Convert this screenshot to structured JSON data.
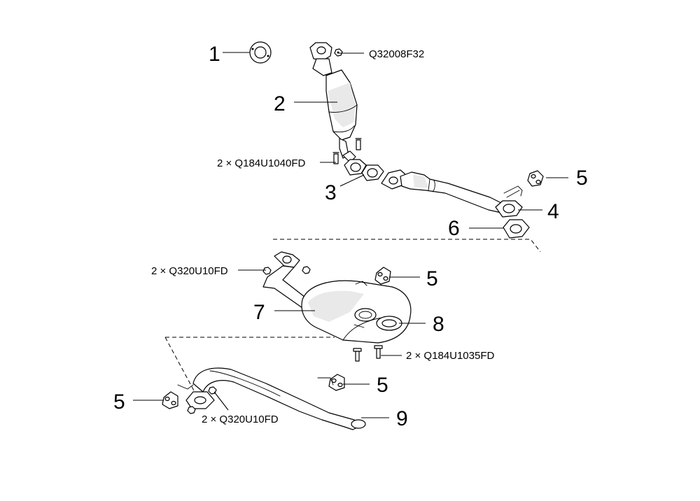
{
  "callouts": {
    "n1": "1",
    "n2": "2",
    "n3": "3",
    "n4": "4",
    "n5a": "5",
    "n5b": "5",
    "n5c": "5",
    "n5d": "5",
    "n6": "6",
    "n7": "7",
    "n8": "8",
    "n9": "9"
  },
  "part_numbers": {
    "p_nut_top": "Q32008F32",
    "p_bolts_cat": "2 × Q184U1040FD",
    "p_nuts_muffler": "2 × Q320U10FD",
    "p_bolts_muffler": "2 × Q184U1035FD",
    "p_nuts_tail": "2 × Q320U10FD"
  }
}
